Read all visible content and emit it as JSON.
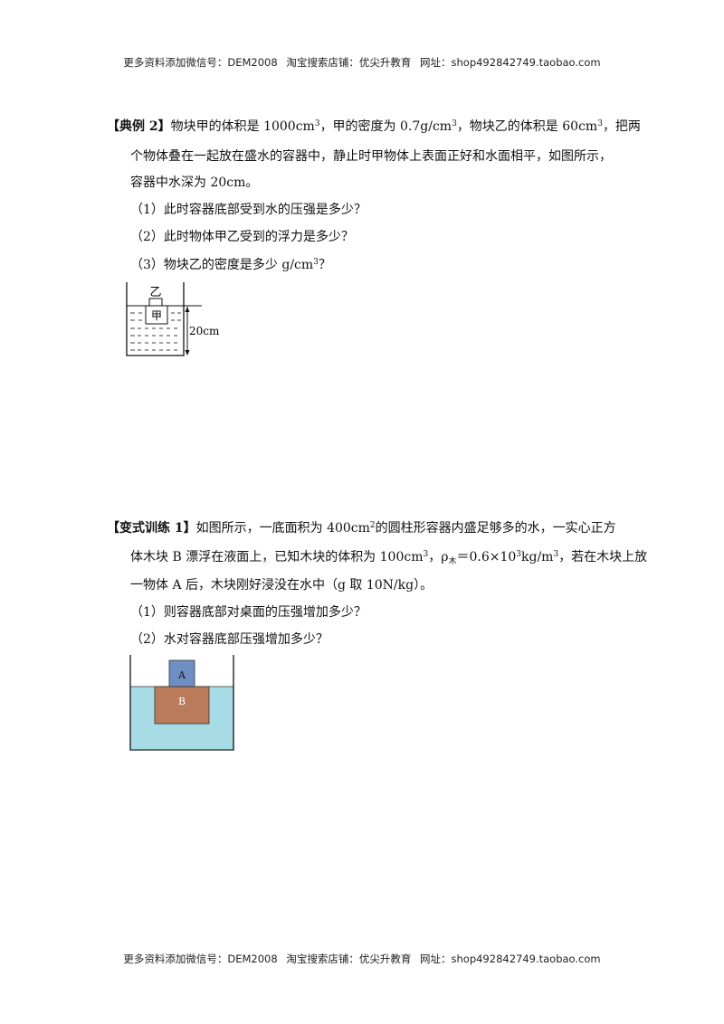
{
  "header": {
    "wechat": "更多资料添加微信号：DEM2008",
    "shop": "淘宝搜索店铺：优尖升教育",
    "site": "网址：shop492842749.taobao.com"
  },
  "example2": {
    "tag": "【典例 2】",
    "t1": "物块甲的体积是 1000cm",
    "t2": "，甲的密度为 0.7g/cm",
    "t3": "，物块乙的体积是 60cm",
    "t4": "，把两",
    "line2": "个物体叠在一起放在盛水的容器中，静止时甲物体上表面正好和水面相平，如图所示，",
    "line3": "容器中水深为 20cm。",
    "q1": "（1）此时容器底部受到水的压强是多少？",
    "q2": "（2）此时物体甲乙受到的浮力是多少？",
    "q3": "（3）物块乙的密度是多少 g/cm",
    "q3_end": "？",
    "sup3": "3",
    "figure": {
      "label_yi": "乙",
      "label_jia": "甲",
      "label_depth": "20cm"
    }
  },
  "training1": {
    "tag": "【变式训练 1】",
    "t1": "如图所示，一底面积为 400cm",
    "sup2": "2",
    "t2": "的圆柱形容器内盛足够多的水，一实心正方",
    "t3": "体木块 B 漂浮在液面上，已知木块的体积为 100cm",
    "t4": "，ρ",
    "sub_wood": "木",
    "t5": "＝0.6×10",
    "t6": "kg/m",
    "t7": "，若在木块上放",
    "line3": "一物体 A 后，木块刚好浸没在水中（g 取 10N/kg）。",
    "q1": "（1）则容器底部对桌面的压强增加多少？",
    "q2": "（2）水对容器底部压强增加多少？",
    "figure": {
      "label_a": "A",
      "label_b": "B",
      "water_color": "#a7dce6",
      "block_a_color": "#6f8fc4",
      "block_b_color": "#b97b5a"
    }
  },
  "footer": {
    "wechat": "更多资料添加微信号：DEM2008",
    "shop": "淘宝搜索店铺：优尖升教育",
    "site": "网址：shop492842749.taobao.com"
  }
}
